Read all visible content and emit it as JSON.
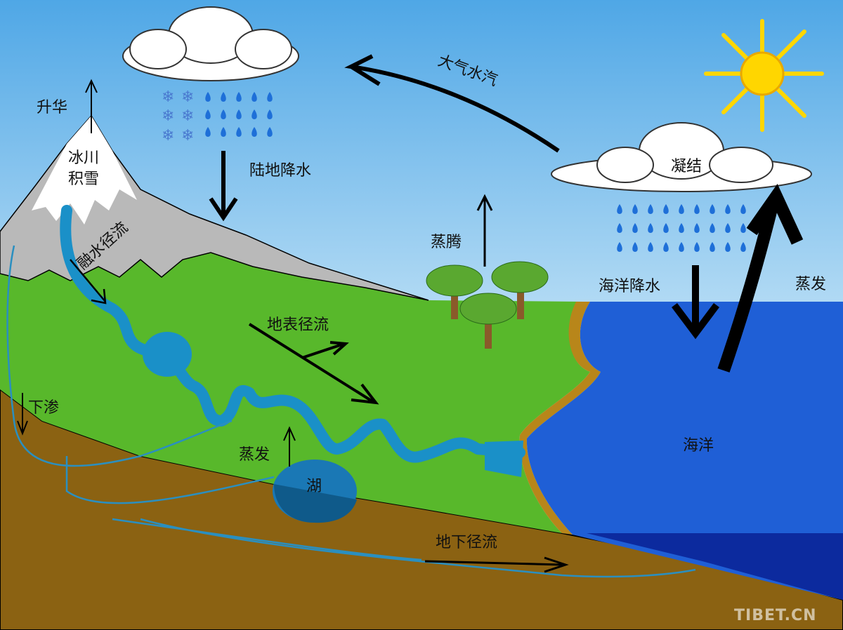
{
  "labels": {
    "sublimation": "升华",
    "glacier_line1": "冰川",
    "glacier_line2": "积雪",
    "land_precipitation": "陆地降水",
    "atmospheric_vapor": "大气水汽",
    "condensation": "凝结",
    "transpiration": "蒸腾",
    "ocean_precipitation": "海洋降水",
    "ocean_evaporation": "蒸发",
    "meltwater_runoff": "融水径流",
    "surface_runoff": "地表径流",
    "infiltration": "下渗",
    "lake_evaporation": "蒸发",
    "lake": "湖",
    "ocean": "海洋",
    "groundwater_runoff": "地下径流"
  },
  "watermark": "TIBET.CN",
  "colors": {
    "sky_top": "#4fa7e6",
    "sky_bottom": "#d9eef9",
    "land": "#58b82b",
    "mountain": "#b9b9b9",
    "snow": "#ffffff",
    "soil": "#8b6212",
    "ocean": "#1f5fd6",
    "deep_ocean": "#0c2a9e",
    "freshwater": "#1a90c8",
    "sun": "#ffd600"
  }
}
